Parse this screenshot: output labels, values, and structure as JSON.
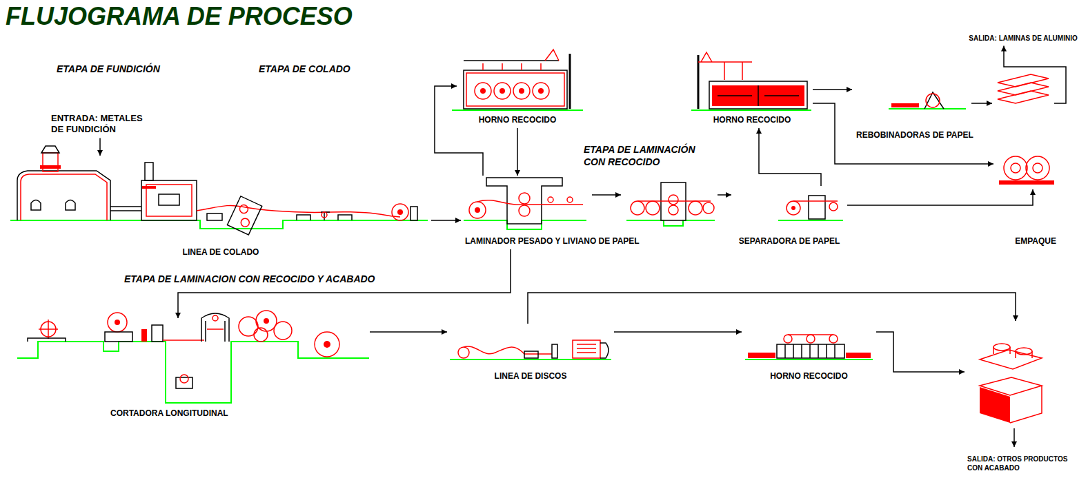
{
  "diagram": {
    "title": "FLUJOGRAMA DE PROCESO",
    "nodes": [
      {
        "text": [
          "ENTRADA: METALES DE FUNDICIÓN"
        ]
      },
      {
        "text": [
          "LINEA DE COLADO"
        ]
      },
      {
        "text": [
          "HORNO RECOCIDO"
        ]
      },
      {
        "text": [
          "LAMINADOR PESADO Y LIVIANO DE PAPEL"
        ]
      },
      {
        "text": [
          "HORNO RECOCIDO"
        ]
      },
      {
        "text": [
          "SEPARADORA DE PAPEL"
        ]
      },
      {
        "text": [
          "SALIDA: LAMINAS DE ALUMINIO"
        ]
      },
      {
        "text": [
          "REBOBINADORAS DE PAPEL"
        ]
      },
      {
        "text": [
          "EMPAQUE"
        ]
      },
      {
        "text": [
          "CORTADORA LONGITUDINAL"
        ]
      },
      {
        "text": [
          "LINEA DE DISCOS"
        ]
      },
      {
        "text": [
          "HORNO RECOCIDO"
        ]
      },
      {
        "text": [
          "SALIDA: OTROS PRODUCTOS CON ACABADO"
        ]
      }
    ],
    "edges": [
      {
        "from": 0,
        "to": 1,
        "arrow": "to"
      },
      {
        "from": 1,
        "to": 3,
        "arrow": "to"
      },
      {
        "from": 3,
        "to": 2,
        "arrow": "to"
      },
      {
        "from": 2,
        "to": 3,
        "arrow": "to"
      },
      {
        "from": 3,
        "to": 5,
        "arrow": "to"
      },
      {
        "from": 5,
        "to": 4,
        "arrow": "to"
      },
      {
        "from": 4,
        "to": 7,
        "arrow": "to"
      },
      {
        "from": 4,
        "to": 8,
        "arrow": "to"
      },
      {
        "from": 5,
        "to": 8,
        "arrow": "to"
      },
      {
        "from": 7,
        "to": 6,
        "arrow": "to"
      },
      {
        "from": 3,
        "to": 9,
        "arrow": "to"
      },
      {
        "from": 9,
        "to": 10,
        "arrow": "to"
      },
      {
        "from": 10,
        "to": 11,
        "arrow": "to"
      },
      {
        "from": 10,
        "to": 12,
        "arrow": "to"
      },
      {
        "from": 11,
        "to": 12,
        "arrow": "to"
      }
    ],
    "labels": [
      "ETAPA DE FUNDICIÓN",
      "ETAPA DE COLADO",
      "ETAPA DE LAMINACIÓN CON RECOCIDO",
      "ETAPA DE LAMINACION CON RECOCIDO Y ACABADO"
    ]
  }
}
